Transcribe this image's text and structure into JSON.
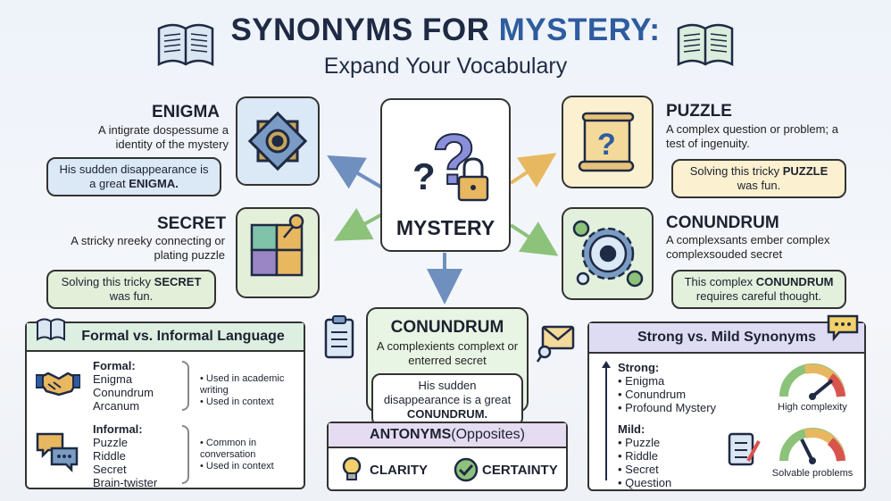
{
  "header": {
    "title_part1": "SYNONYMS FOR ",
    "title_part2": "MYSTERY:",
    "subtitle": "Expand Your Vocabulary"
  },
  "center": {
    "label": "MYSTERY"
  },
  "enigma": {
    "word": "ENIGMA",
    "definition": "A intigrate dospessume a identity of the mystery",
    "example_pre": "His sudden disappearance is a great ",
    "example_word": "ENIGMA."
  },
  "secret": {
    "word": "SECRET",
    "definition": "A ѕtricky nreeky connecting or plating puzzle",
    "example_pre": "Solving this tricky ",
    "example_word": "SECRET",
    "example_post": " was fun."
  },
  "puzzle": {
    "word": "PUZZLE",
    "definition": "A complex question or problem; a test of ingenuity.",
    "example_pre": "Solving this tricky ",
    "example_word": "PUZZLE",
    "example_post": " was fun."
  },
  "conundrum_right": {
    "word": "CONUNDRUM",
    "definition": "A complexsants ember complex complexsouded secret",
    "example_pre": "This complex ",
    "example_word": "CONUNDRUM",
    "example_post": " requires careful thought."
  },
  "conundrum_center": {
    "word": "CONUNDRUM",
    "definition": "A complexients complext or enterred secret",
    "example_pre": "His sudden disappearance is a great ",
    "example_word": "CONUNDRUM."
  },
  "formal_panel": {
    "heading": "Formal vs. Informal Language",
    "formal_label": "Formal:",
    "formal_items": [
      "Enigma",
      "Conundrum",
      "Arcanum"
    ],
    "formal_notes": [
      "Used in academic writing",
      "Used in context"
    ],
    "informal_label": "Informal:",
    "informal_items": [
      "Puzzle",
      "Riddle",
      "Secret",
      "Brain-twister"
    ],
    "informal_notes": [
      "Common in conversation",
      "Used in context"
    ]
  },
  "antonyms": {
    "heading_bold": "ANTONYMS",
    "heading_rest": " (Opposites)",
    "items": [
      "CLARITY",
      "CERTAINTY"
    ]
  },
  "strength_panel": {
    "heading": "Strong vs. Mild Synonyms",
    "strong_label": "Strong:",
    "strong_items": [
      "Enigma",
      "Conundrum",
      "Profound Mystery"
    ],
    "strong_caption": "High complexity",
    "mild_label": "Mild:",
    "mild_items": [
      "Puzzle",
      "Riddle",
      "Secret",
      "Question"
    ],
    "mild_caption": "Solvable problems"
  },
  "icons": [
    "book-icon",
    "celtic-knot-icon",
    "puzzle-pieces-icon",
    "question-lock-icon",
    "scroll-question-icon",
    "gears-icon",
    "clipboard-icon",
    "envelope-icon",
    "handshake-icon",
    "chat-bubbles-icon",
    "lightbulb-icon",
    "checkmark-icon",
    "gauge-icon",
    "checklist-icon",
    "speech-bubble-icon"
  ],
  "colors": {
    "title_dark": "#1f2a44",
    "title_accent": "#2e5c9e",
    "enigma_bg": "#dbe8f6",
    "secret_bg": "#e3efd9",
    "puzzle_bg": "#fbf0cf",
    "conundrum_bg": "#e2f0dc",
    "antonym_bg": "#e5dcf1",
    "strength_bg": "#dedcf3",
    "formal_bg": "#dcefe0"
  }
}
